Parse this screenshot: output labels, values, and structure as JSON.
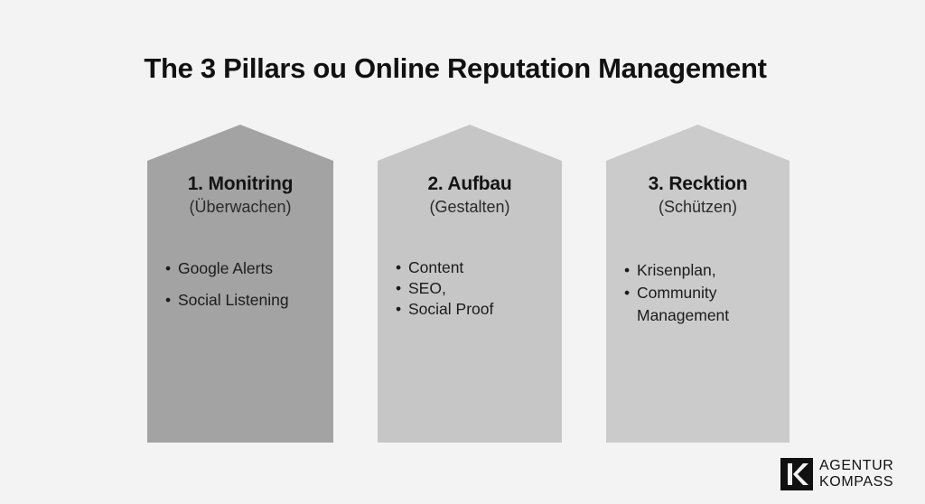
{
  "title": "The 3 Pillars ou Online Reputation Management",
  "pillars": [
    {
      "heading": "1. Monitring",
      "subheading": "(Überwachen)",
      "items": [
        "Google Alerts",
        "Social Listening"
      ],
      "color": "#a3a3a3"
    },
    {
      "heading": "2. Aufbau",
      "subheading": "(Gestalten)",
      "items": [
        "Content",
        "SEO,",
        "Social Proof"
      ],
      "color": "#c6c6c6"
    },
    {
      "heading": "3. Recktion",
      "subheading": "(Schützen)",
      "items": [
        "Krisenplan,",
        "Community",
        "Management"
      ],
      "color": "#cbcbcb"
    }
  ],
  "logo": {
    "line1": "AGENTUR",
    "line2": "KOMPASS",
    "icon": "k-logo-icon"
  },
  "bullet": "•"
}
